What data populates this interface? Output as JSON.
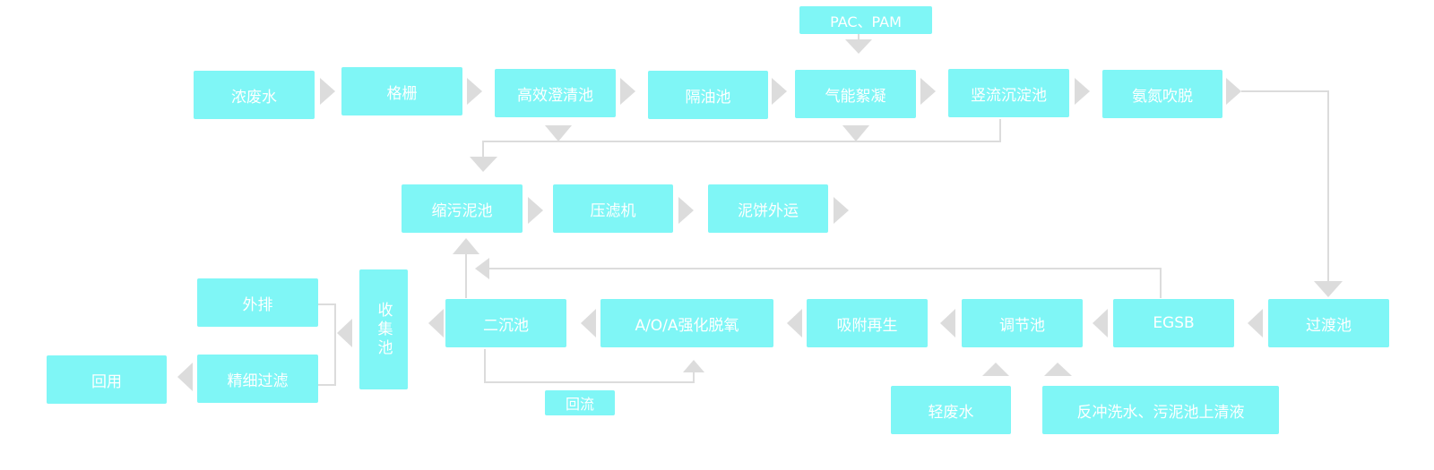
{
  "clip_text": "…‘’”",
  "nodes": {
    "inflow": "浓废水",
    "grid": "格栅",
    "clarifier": "高效澄清池",
    "oil_separator": "隔油池",
    "air_flotation": "气能絮凝",
    "sedimentation": "竖流沉淀池",
    "stripping": "氨氮吹脱",
    "chemicals": "PAC、PAM",
    "sludge_thickener": "缩污泥池",
    "filter_press": "压滤机",
    "cake_out": "泥饼外运",
    "transition": "过渡池",
    "egsb": "EGSB",
    "equalization": "调节池",
    "adsorption": "吸附再生",
    "aoa": "A/O/A强化脱氧",
    "secondary": "二沉池",
    "collection": "收集池",
    "discharge": "外排",
    "fine_filter": "精细过滤",
    "reuse": "回用",
    "light_water": "轻废水",
    "backwash": "反冲洗水、污泥池上清液",
    "reflux": "回流"
  },
  "colors": {
    "box": "#7ff6f6",
    "connector": "#dcdcdc",
    "text": "#ffffff"
  }
}
